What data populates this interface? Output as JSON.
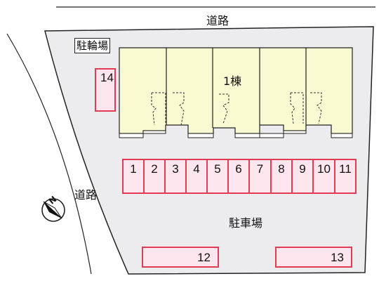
{
  "labels": {
    "road_top": "道路",
    "road_left": "道路",
    "bicycle_parking": "駐輪場",
    "building": "1棟",
    "parking_lot": "駐車場",
    "north": "N"
  },
  "parking_spaces": {
    "row": [
      "1",
      "2",
      "3",
      "4",
      "5",
      "6",
      "7",
      "8",
      "9",
      "10",
      "11"
    ],
    "space_12": "12",
    "space_13": "13",
    "space_14": "14"
  },
  "colors": {
    "site_fill": "#ececef",
    "building_fill": "#fafad2",
    "space_fill": "#fde6ee",
    "space_border": "#e23c55",
    "outline": "#222222"
  }
}
